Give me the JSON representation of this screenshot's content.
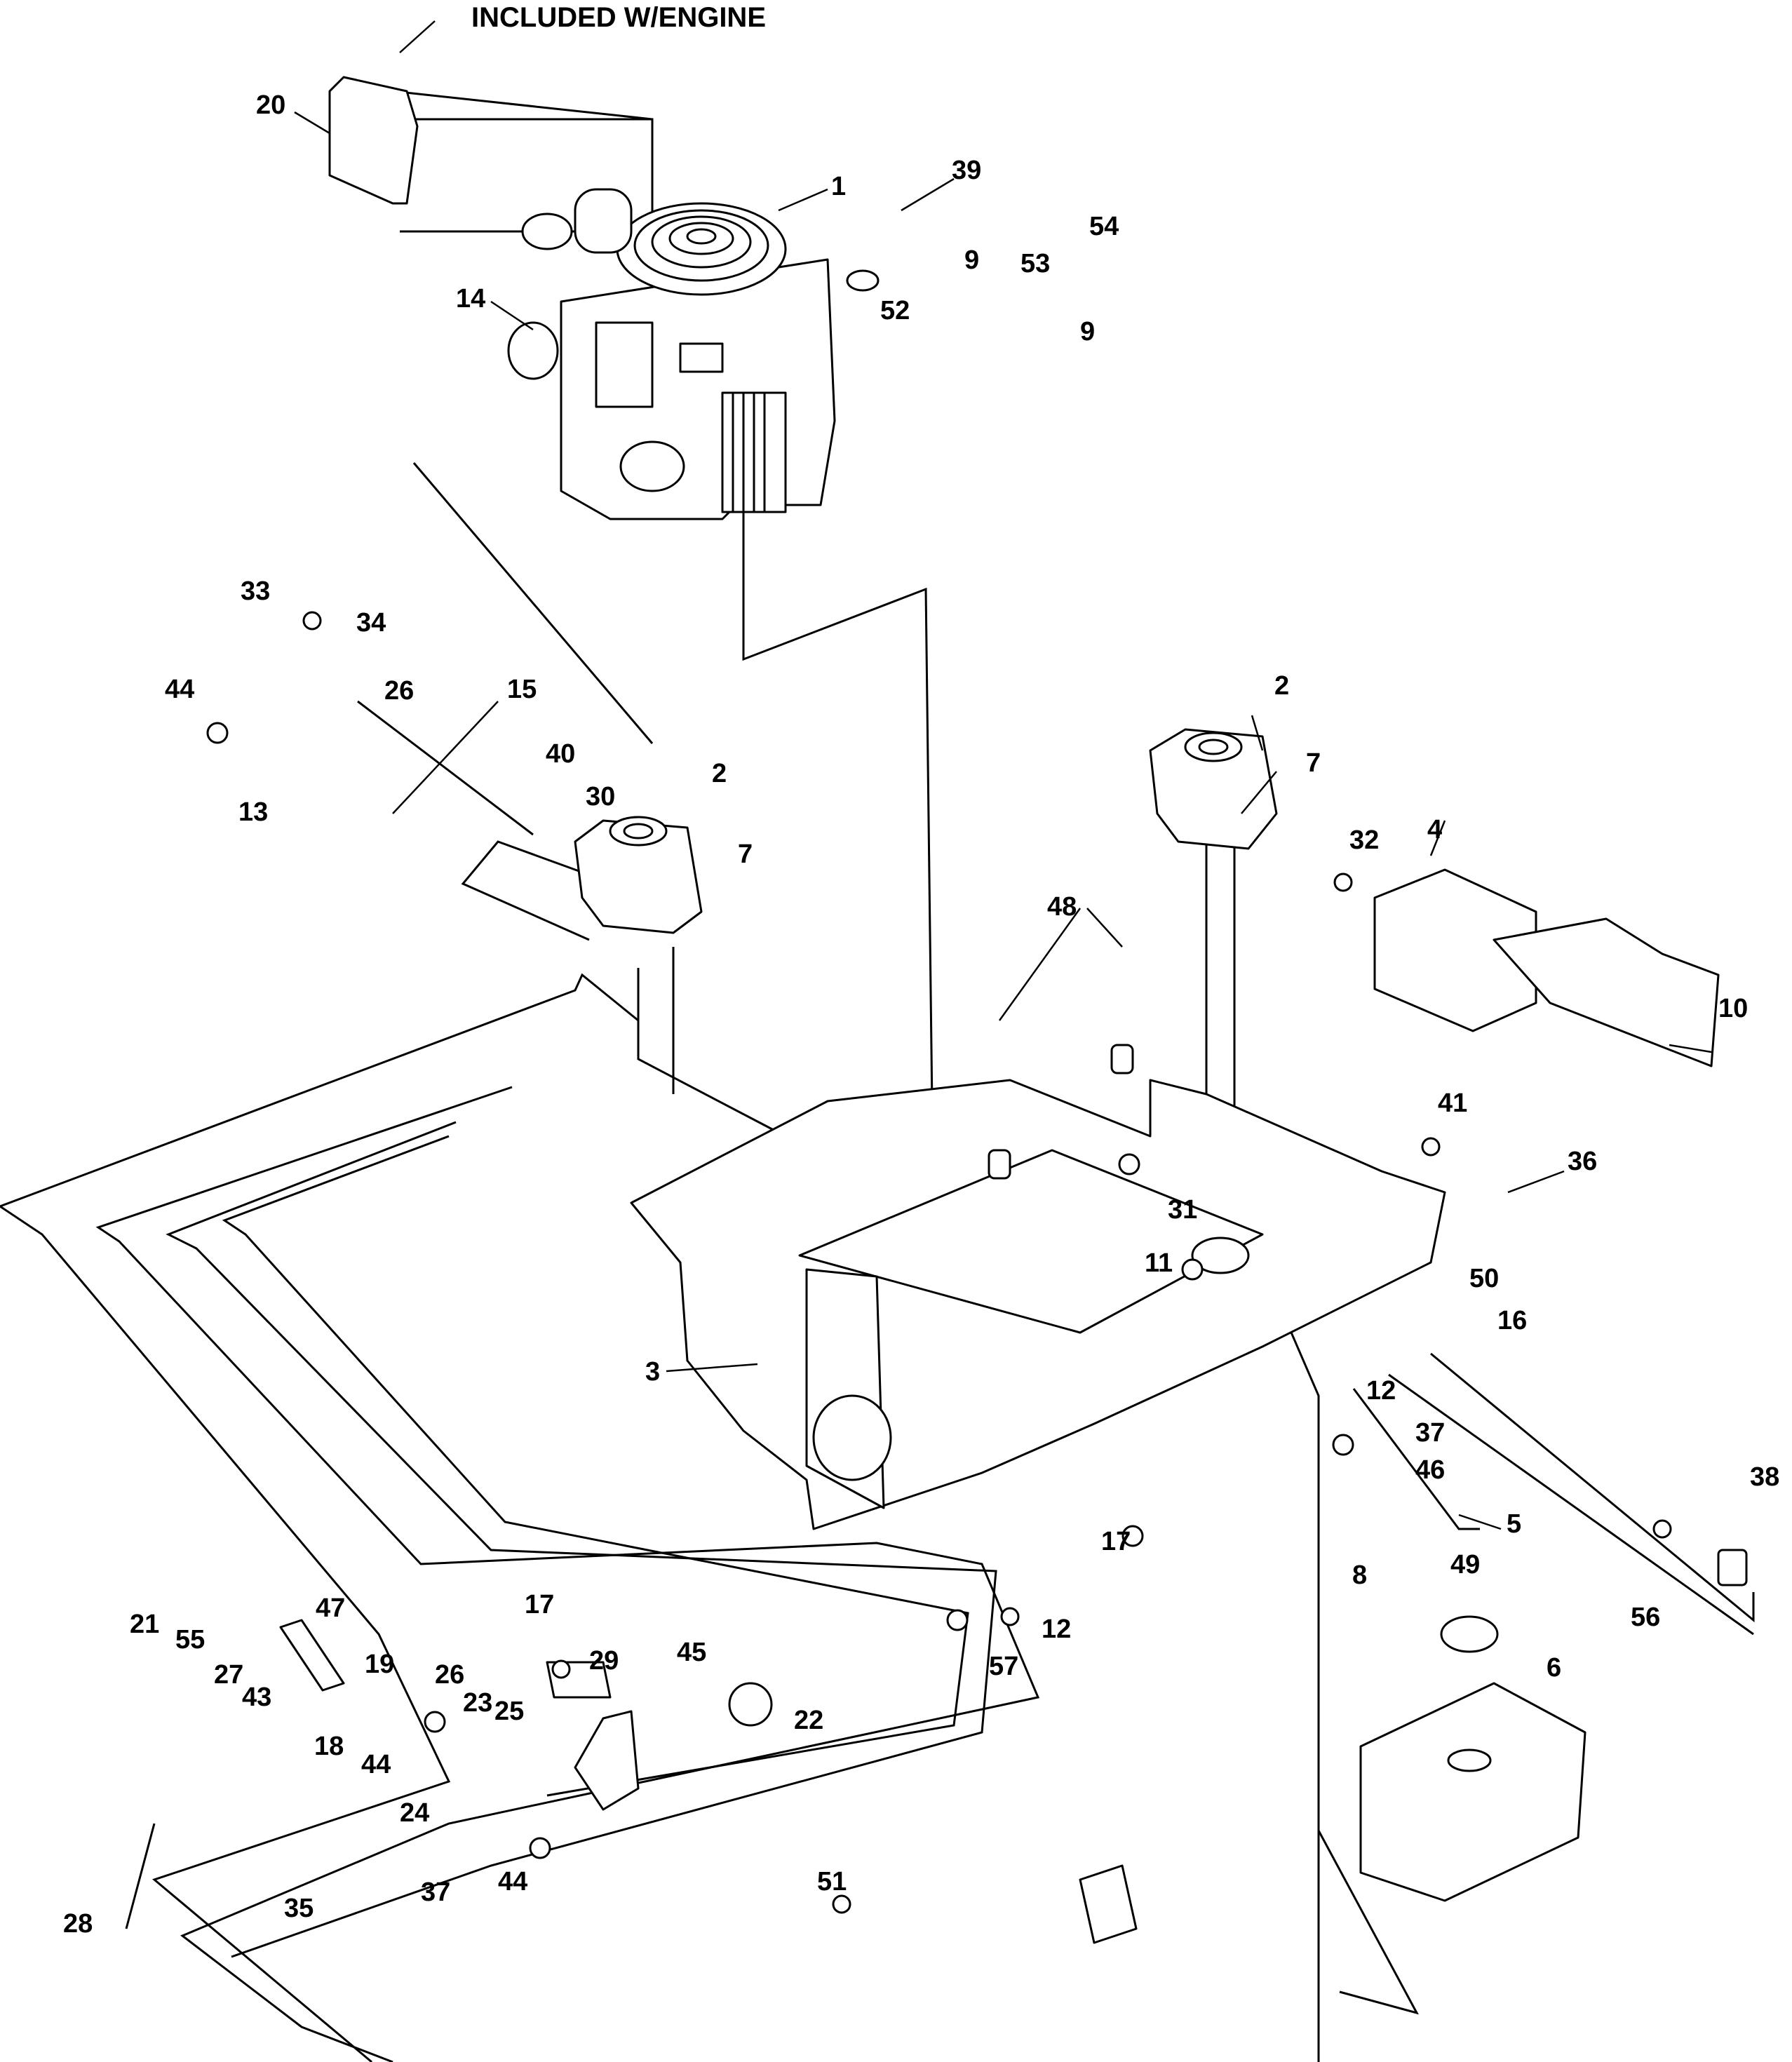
{
  "note": "INCLUDED W/ENGINE",
  "callouts": [
    {
      "id": "c1",
      "text": "1"
    },
    {
      "id": "c2a",
      "text": "2"
    },
    {
      "id": "c2b",
      "text": "2"
    },
    {
      "id": "c3",
      "text": "3"
    },
    {
      "id": "c4",
      "text": "4"
    },
    {
      "id": "c5",
      "text": "5"
    },
    {
      "id": "c6",
      "text": "6"
    },
    {
      "id": "c7a",
      "text": "7"
    },
    {
      "id": "c7b",
      "text": "7"
    },
    {
      "id": "c8",
      "text": "8"
    },
    {
      "id": "c9a",
      "text": "9"
    },
    {
      "id": "c9b",
      "text": "9"
    },
    {
      "id": "c10",
      "text": "10"
    },
    {
      "id": "c11",
      "text": "11"
    },
    {
      "id": "c12a",
      "text": "12"
    },
    {
      "id": "c12b",
      "text": "12"
    },
    {
      "id": "c13",
      "text": "13"
    },
    {
      "id": "c14",
      "text": "14"
    },
    {
      "id": "c15",
      "text": "15"
    },
    {
      "id": "c16",
      "text": "16"
    },
    {
      "id": "c17a",
      "text": "17"
    },
    {
      "id": "c17b",
      "text": "17"
    },
    {
      "id": "c18",
      "text": "18"
    },
    {
      "id": "c19",
      "text": "19"
    },
    {
      "id": "c20",
      "text": "20"
    },
    {
      "id": "c21",
      "text": "21"
    },
    {
      "id": "c22",
      "text": "22"
    },
    {
      "id": "c23",
      "text": "23"
    },
    {
      "id": "c24",
      "text": "24"
    },
    {
      "id": "c25",
      "text": "25"
    },
    {
      "id": "c26a",
      "text": "26"
    },
    {
      "id": "c26b",
      "text": "26"
    },
    {
      "id": "c27",
      "text": "27"
    },
    {
      "id": "c28",
      "text": "28"
    },
    {
      "id": "c29",
      "text": "29"
    },
    {
      "id": "c30",
      "text": "30"
    },
    {
      "id": "c31",
      "text": "31"
    },
    {
      "id": "c32",
      "text": "32"
    },
    {
      "id": "c33",
      "text": "33"
    },
    {
      "id": "c34",
      "text": "34"
    },
    {
      "id": "c35",
      "text": "35"
    },
    {
      "id": "c36",
      "text": "36"
    },
    {
      "id": "c37a",
      "text": "37"
    },
    {
      "id": "c37b",
      "text": "37"
    },
    {
      "id": "c38",
      "text": "38"
    },
    {
      "id": "c39",
      "text": "39"
    },
    {
      "id": "c40",
      "text": "40"
    },
    {
      "id": "c41",
      "text": "41"
    },
    {
      "id": "c43",
      "text": "43"
    },
    {
      "id": "c44a",
      "text": "44"
    },
    {
      "id": "c44b",
      "text": "44"
    },
    {
      "id": "c44c",
      "text": "44"
    },
    {
      "id": "c45",
      "text": "45"
    },
    {
      "id": "c46",
      "text": "46"
    },
    {
      "id": "c47",
      "text": "47"
    },
    {
      "id": "c48",
      "text": "48"
    },
    {
      "id": "c49",
      "text": "49"
    },
    {
      "id": "c50",
      "text": "50"
    },
    {
      "id": "c51",
      "text": "51"
    },
    {
      "id": "c52",
      "text": "52"
    },
    {
      "id": "c53",
      "text": "53"
    },
    {
      "id": "c54",
      "text": "54"
    },
    {
      "id": "c55",
      "text": "55"
    },
    {
      "id": "c56",
      "text": "56"
    },
    {
      "id": "c57",
      "text": "57"
    }
  ]
}
